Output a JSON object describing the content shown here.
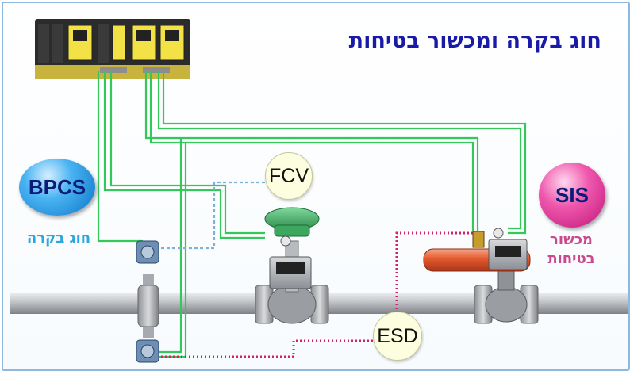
{
  "title": "חוג בקרה ומכשור בטיחות",
  "bpcs": {
    "label": "BPCS",
    "caption": "חוג בקרה"
  },
  "sis": {
    "label": "SIS",
    "caption_line1": "מכשור",
    "caption_line2": "בטיחות"
  },
  "bubbles": {
    "fcv": "FCV",
    "esd": "ESD"
  },
  "colors": {
    "wire": "#34c85a",
    "signal_dashed": "#7ab3da",
    "esd_dotted": "#d81e6a",
    "bpcs": "#1e8fdc",
    "sis": "#e0379a",
    "title": "#1a1aa8"
  }
}
